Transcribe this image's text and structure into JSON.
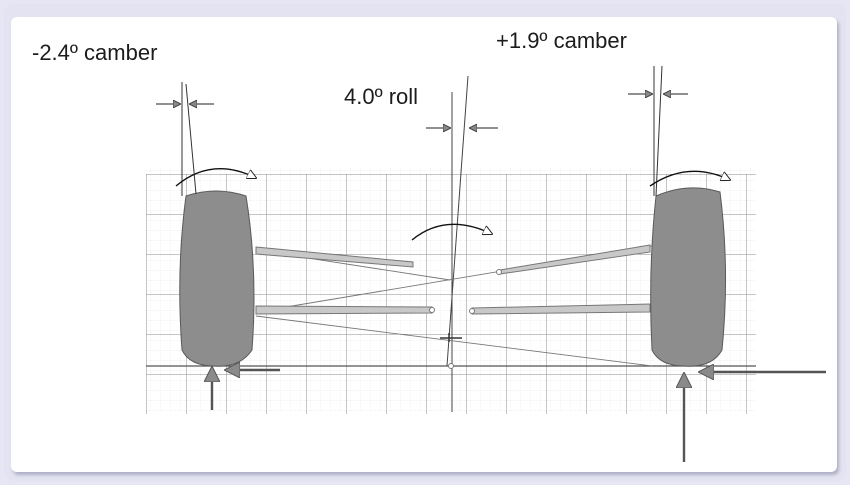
{
  "labels": {
    "left_camber": "-2.4º camber",
    "right_camber": "+1.9º camber",
    "roll": "4.0º roll"
  },
  "colors": {
    "background": "#e6e6f4",
    "panel": "#ffffff",
    "grid": "#9a9a9a",
    "tyre": "#8c8c8c",
    "arm": "#bdbdbd",
    "ink": "#1c1c1c"
  }
}
